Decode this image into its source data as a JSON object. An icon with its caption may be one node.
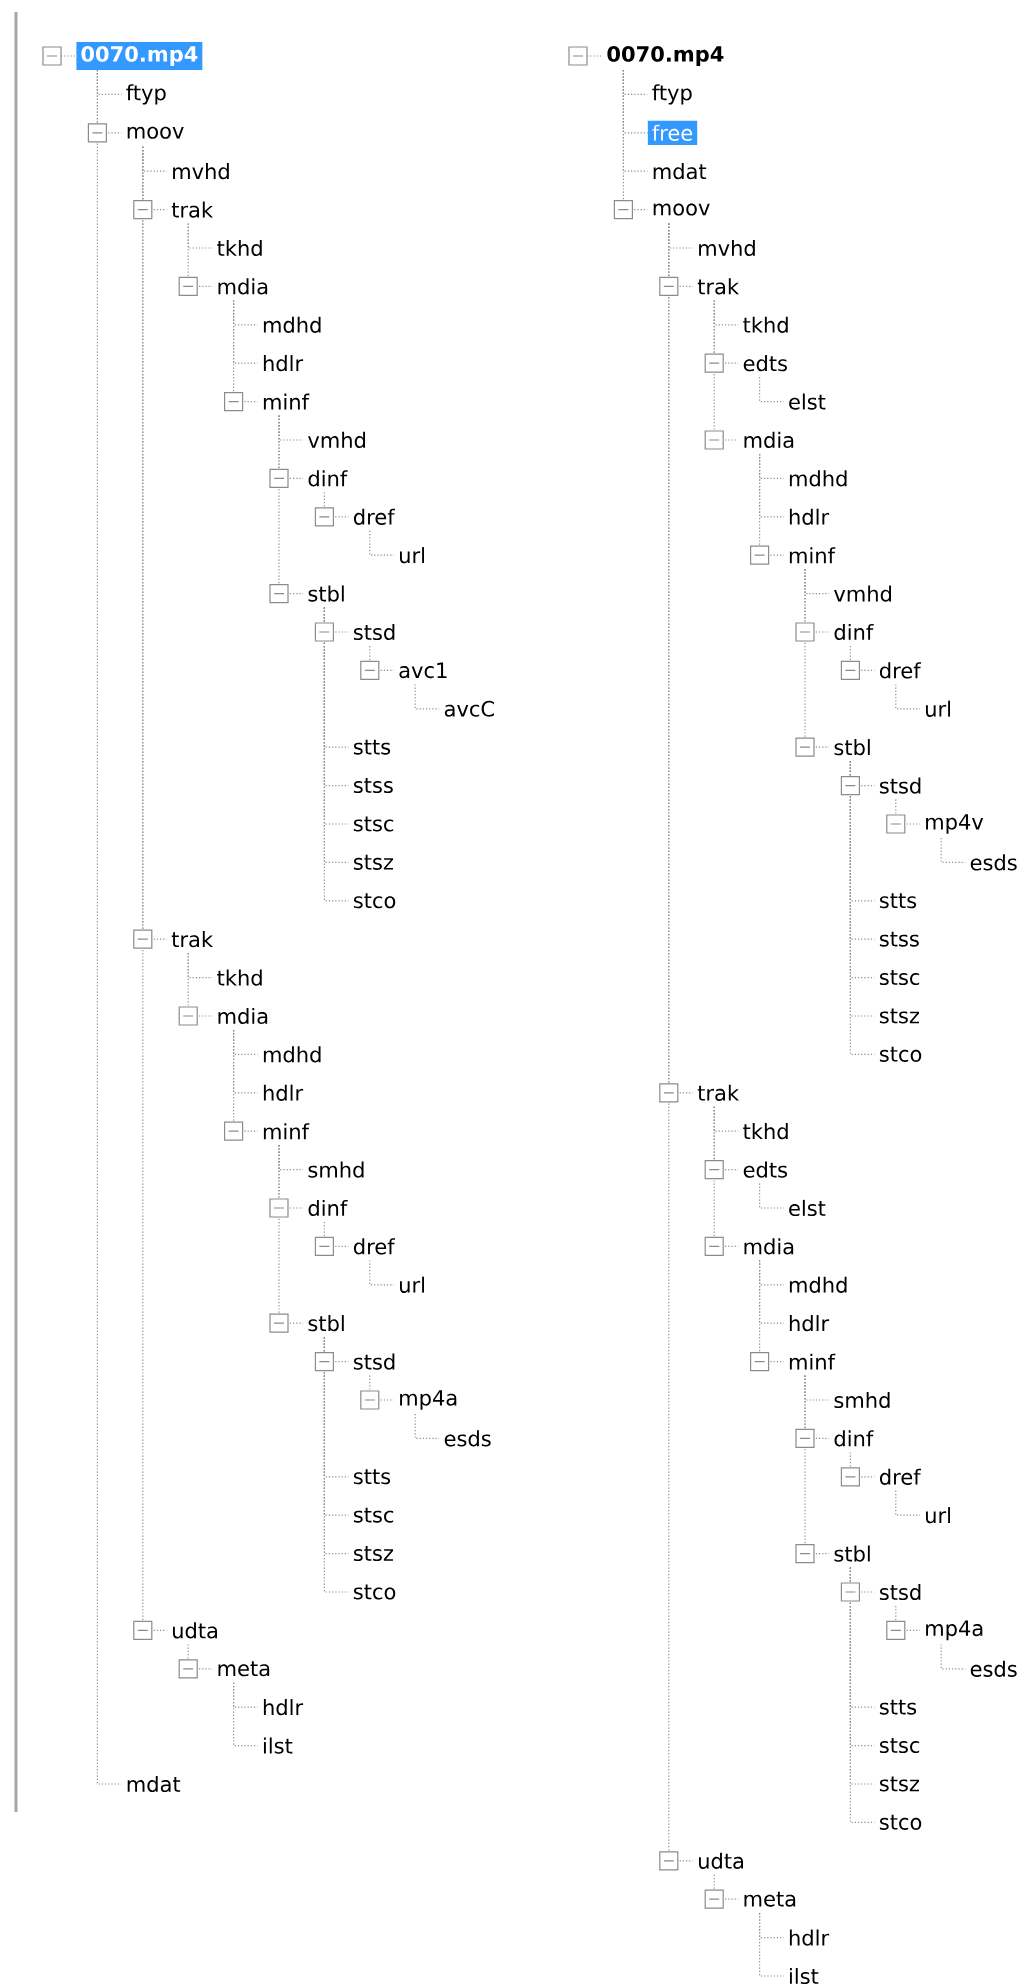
{
  "diagram": {
    "nodes": [
      {
        "text": [
          "0070.mp4"
        ]
      },
      {
        "text": [
          "ftyp"
        ]
      },
      {
        "text": [
          "moov"
        ]
      },
      {
        "text": [
          "mvhd"
        ]
      },
      {
        "text": [
          "trak"
        ]
      },
      {
        "text": [
          "tkhd"
        ]
      },
      {
        "text": [
          "mdia"
        ]
      },
      {
        "text": [
          "mdhd"
        ]
      },
      {
        "text": [
          "hdlr"
        ]
      },
      {
        "text": [
          "minf"
        ]
      },
      {
        "text": [
          "vmhd"
        ]
      },
      {
        "text": [
          "dinf"
        ]
      },
      {
        "text": [
          "dref"
        ]
      },
      {
        "text": [
          "url"
        ]
      },
      {
        "text": [
          "stbl"
        ]
      },
      {
        "text": [
          "stsd"
        ]
      },
      {
        "text": [
          "avc1"
        ]
      },
      {
        "text": [
          "avcC"
        ]
      },
      {
        "text": [
          "stts"
        ]
      },
      {
        "text": [
          "stss"
        ]
      },
      {
        "text": [
          "stsc"
        ]
      },
      {
        "text": [
          "stsz"
        ]
      },
      {
        "text": [
          "stco"
        ]
      },
      {
        "text": [
          "trak"
        ]
      },
      {
        "text": [
          "tkhd"
        ]
      },
      {
        "text": [
          "mdia"
        ]
      },
      {
        "text": [
          "mdhd"
        ]
      },
      {
        "text": [
          "hdlr"
        ]
      },
      {
        "text": [
          "minf"
        ]
      },
      {
        "text": [
          "smhd"
        ]
      },
      {
        "text": [
          "dinf"
        ]
      },
      {
        "text": [
          "dref"
        ]
      },
      {
        "text": [
          "url"
        ]
      },
      {
        "text": [
          "stbl"
        ]
      },
      {
        "text": [
          "stsd"
        ]
      },
      {
        "text": [
          "mp4a"
        ]
      },
      {
        "text": [
          "esds"
        ]
      },
      {
        "text": [
          "stts"
        ]
      },
      {
        "text": [
          "stsc"
        ]
      },
      {
        "text": [
          "stsz"
        ]
      },
      {
        "text": [
          "stco"
        ]
      },
      {
        "text": [
          "udta"
        ]
      },
      {
        "text": [
          "meta"
        ]
      },
      {
        "text": [
          "hdlr"
        ]
      },
      {
        "text": [
          "ilst"
        ]
      },
      {
        "text": [
          "mdat"
        ]
      },
      {
        "text": [
          "0070.mp4"
        ]
      },
      {
        "text": [
          "ftyp"
        ]
      },
      {
        "text": [
          "free"
        ]
      },
      {
        "text": [
          "mdat"
        ]
      },
      {
        "text": [
          "moov"
        ]
      },
      {
        "text": [
          "mvhd"
        ]
      },
      {
        "text": [
          "trak"
        ]
      },
      {
        "text": [
          "tkhd"
        ]
      },
      {
        "text": [
          "edts"
        ]
      },
      {
        "text": [
          "elst"
        ]
      },
      {
        "text": [
          "mdia"
        ]
      },
      {
        "text": [
          "mdhd"
        ]
      },
      {
        "text": [
          "hdlr"
        ]
      },
      {
        "text": [
          "minf"
        ]
      },
      {
        "text": [
          "vmhd"
        ]
      },
      {
        "text": [
          "dinf"
        ]
      },
      {
        "text": [
          "dref"
        ]
      },
      {
        "text": [
          "url"
        ]
      },
      {
        "text": [
          "stbl"
        ]
      },
      {
        "text": [
          "stsd"
        ]
      },
      {
        "text": [
          "mp4v"
        ]
      },
      {
        "text": [
          "esds"
        ]
      },
      {
        "text": [
          "stts"
        ]
      },
      {
        "text": [
          "stss"
        ]
      },
      {
        "text": [
          "stsc"
        ]
      },
      {
        "text": [
          "stsz"
        ]
      },
      {
        "text": [
          "stco"
        ]
      },
      {
        "text": [
          "trak"
        ]
      },
      {
        "text": [
          "tkhd"
        ]
      },
      {
        "text": [
          "edts"
        ]
      },
      {
        "text": [
          "elst"
        ]
      },
      {
        "text": [
          "mdia"
        ]
      },
      {
        "text": [
          "mdhd"
        ]
      },
      {
        "text": [
          "hdlr"
        ]
      },
      {
        "text": [
          "minf"
        ]
      },
      {
        "text": [
          "smhd"
        ]
      },
      {
        "text": [
          "dinf"
        ]
      },
      {
        "text": [
          "dref"
        ]
      },
      {
        "text": [
          "url"
        ]
      },
      {
        "text": [
          "stbl"
        ]
      },
      {
        "text": [
          "stsd"
        ]
      },
      {
        "text": [
          "mp4a"
        ]
      },
      {
        "text": [
          "esds"
        ]
      },
      {
        "text": [
          "stts"
        ]
      },
      {
        "text": [
          "stsc"
        ]
      },
      {
        "text": [
          "stsz"
        ]
      },
      {
        "text": [
          "stco"
        ]
      },
      {
        "text": [
          "udta"
        ]
      },
      {
        "text": [
          "meta"
        ]
      },
      {
        "text": [
          "hdlr"
        ]
      },
      {
        "text": [
          "ilst"
        ]
      }
    ],
    "edges": [
      {
        "from": 0,
        "to": 1,
        "arrow": "none"
      },
      {
        "from": 0,
        "to": 2,
        "arrow": "none"
      },
      {
        "from": 2,
        "to": 3,
        "arrow": "none"
      },
      {
        "from": 2,
        "to": 4,
        "arrow": "none"
      },
      {
        "from": 4,
        "to": 5,
        "arrow": "none"
      },
      {
        "from": 4,
        "to": 6,
        "arrow": "none"
      },
      {
        "from": 6,
        "to": 7,
        "arrow": "none"
      },
      {
        "from": 6,
        "to": 8,
        "arrow": "none"
      },
      {
        "from": 6,
        "to": 9,
        "arrow": "none"
      },
      {
        "from": 9,
        "to": 10,
        "arrow": "none"
      },
      {
        "from": 9,
        "to": 11,
        "arrow": "none"
      },
      {
        "from": 11,
        "to": 12,
        "arrow": "none"
      },
      {
        "from": 12,
        "to": 13,
        "arrow": "none"
      },
      {
        "from": 9,
        "to": 14,
        "arrow": "none"
      },
      {
        "from": 14,
        "to": 15,
        "arrow": "none"
      },
      {
        "from": 15,
        "to": 16,
        "arrow": "none"
      },
      {
        "from": 16,
        "to": 17,
        "arrow": "none"
      },
      {
        "from": 14,
        "to": 18,
        "arrow": "none"
      },
      {
        "from": 14,
        "to": 19,
        "arrow": "none"
      },
      {
        "from": 14,
        "to": 20,
        "arrow": "none"
      },
      {
        "from": 14,
        "to": 21,
        "arrow": "none"
      },
      {
        "from": 14,
        "to": 22,
        "arrow": "none"
      },
      {
        "from": 2,
        "to": 23,
        "arrow": "none"
      },
      {
        "from": 23,
        "to": 24,
        "arrow": "none"
      },
      {
        "from": 23,
        "to": 25,
        "arrow": "none"
      },
      {
        "from": 25,
        "to": 26,
        "arrow": "none"
      },
      {
        "from": 25,
        "to": 27,
        "arrow": "none"
      },
      {
        "from": 25,
        "to": 28,
        "arrow": "none"
      },
      {
        "from": 28,
        "to": 29,
        "arrow": "none"
      },
      {
        "from": 28,
        "to": 30,
        "arrow": "none"
      },
      {
        "from": 30,
        "to": 31,
        "arrow": "none"
      },
      {
        "from": 31,
        "to": 32,
        "arrow": "none"
      },
      {
        "from": 28,
        "to": 33,
        "arrow": "none"
      },
      {
        "from": 33,
        "to": 34,
        "arrow": "none"
      },
      {
        "from": 34,
        "to": 35,
        "arrow": "none"
      },
      {
        "from": 35,
        "to": 36,
        "arrow": "none"
      },
      {
        "from": 33,
        "to": 37,
        "arrow": "none"
      },
      {
        "from": 33,
        "to": 38,
        "arrow": "none"
      },
      {
        "from": 33,
        "to": 39,
        "arrow": "none"
      },
      {
        "from": 33,
        "to": 40,
        "arrow": "none"
      },
      {
        "from": 2,
        "to": 41,
        "arrow": "none"
      },
      {
        "from": 41,
        "to": 42,
        "arrow": "none"
      },
      {
        "from": 42,
        "to": 43,
        "arrow": "none"
      },
      {
        "from": 42,
        "to": 44,
        "arrow": "none"
      },
      {
        "from": 0,
        "to": 45,
        "arrow": "none"
      },
      {
        "from": 46,
        "to": 47,
        "arrow": "none"
      },
      {
        "from": 46,
        "to": 48,
        "arrow": "none"
      },
      {
        "from": 46,
        "to": 49,
        "arrow": "none"
      },
      {
        "from": 46,
        "to": 50,
        "arrow": "none"
      },
      {
        "from": 50,
        "to": 51,
        "arrow": "none"
      },
      {
        "from": 50,
        "to": 52,
        "arrow": "none"
      },
      {
        "from": 52,
        "to": 53,
        "arrow": "none"
      },
      {
        "from": 52,
        "to": 54,
        "arrow": "none"
      },
      {
        "from": 54,
        "to": 55,
        "arrow": "none"
      },
      {
        "from": 52,
        "to": 56,
        "arrow": "none"
      },
      {
        "from": 56,
        "to": 57,
        "arrow": "none"
      },
      {
        "from": 56,
        "to": 58,
        "arrow": "none"
      },
      {
        "from": 56,
        "to": 59,
        "arrow": "none"
      },
      {
        "from": 59,
        "to": 60,
        "arrow": "none"
      },
      {
        "from": 59,
        "to": 61,
        "arrow": "none"
      },
      {
        "from": 61,
        "to": 62,
        "arrow": "none"
      },
      {
        "from": 62,
        "to": 63,
        "arrow": "none"
      },
      {
        "from": 59,
        "to": 64,
        "arrow": "none"
      },
      {
        "from": 64,
        "to": 65,
        "arrow": "none"
      },
      {
        "from": 65,
        "to": 66,
        "arrow": "none"
      },
      {
        "from": 66,
        "to": 67,
        "arrow": "none"
      },
      {
        "from": 64,
        "to": 68,
        "arrow": "none"
      },
      {
        "from": 64,
        "to": 69,
        "arrow": "none"
      },
      {
        "from": 64,
        "to": 70,
        "arrow": "none"
      },
      {
        "from": 64,
        "to": 71,
        "arrow": "none"
      },
      {
        "from": 64,
        "to": 72,
        "arrow": "none"
      },
      {
        "from": 50,
        "to": 73,
        "arrow": "none"
      },
      {
        "from": 73,
        "to": 74,
        "arrow": "none"
      },
      {
        "from": 73,
        "to": 75,
        "arrow": "none"
      },
      {
        "from": 75,
        "to": 76,
        "arrow": "none"
      },
      {
        "from": 73,
        "to": 77,
        "arrow": "none"
      },
      {
        "from": 77,
        "to": 78,
        "arrow": "none"
      },
      {
        "from": 77,
        "to": 79,
        "arrow": "none"
      },
      {
        "from": 77,
        "to": 80,
        "arrow": "none"
      },
      {
        "from": 80,
        "to": 81,
        "arrow": "none"
      },
      {
        "from": 80,
        "to": 82,
        "arrow": "none"
      },
      {
        "from": 82,
        "to": 83,
        "arrow": "none"
      },
      {
        "from": 83,
        "to": 84,
        "arrow": "none"
      },
      {
        "from": 80,
        "to": 85,
        "arrow": "none"
      },
      {
        "from": 85,
        "to": 86,
        "arrow": "none"
      },
      {
        "from": 86,
        "to": 87,
        "arrow": "none"
      },
      {
        "from": 87,
        "to": 88,
        "arrow": "none"
      },
      {
        "from": 85,
        "to": 89,
        "arrow": "none"
      },
      {
        "from": 85,
        "to": 90,
        "arrow": "none"
      },
      {
        "from": 85,
        "to": 91,
        "arrow": "none"
      },
      {
        "from": 85,
        "to": 92,
        "arrow": "none"
      },
      {
        "from": 50,
        "to": 93,
        "arrow": "none"
      },
      {
        "from": 93,
        "to": 94,
        "arrow": "none"
      },
      {
        "from": 94,
        "to": 95,
        "arrow": "none"
      },
      {
        "from": 94,
        "to": 96,
        "arrow": "none"
      }
    ]
  }
}
